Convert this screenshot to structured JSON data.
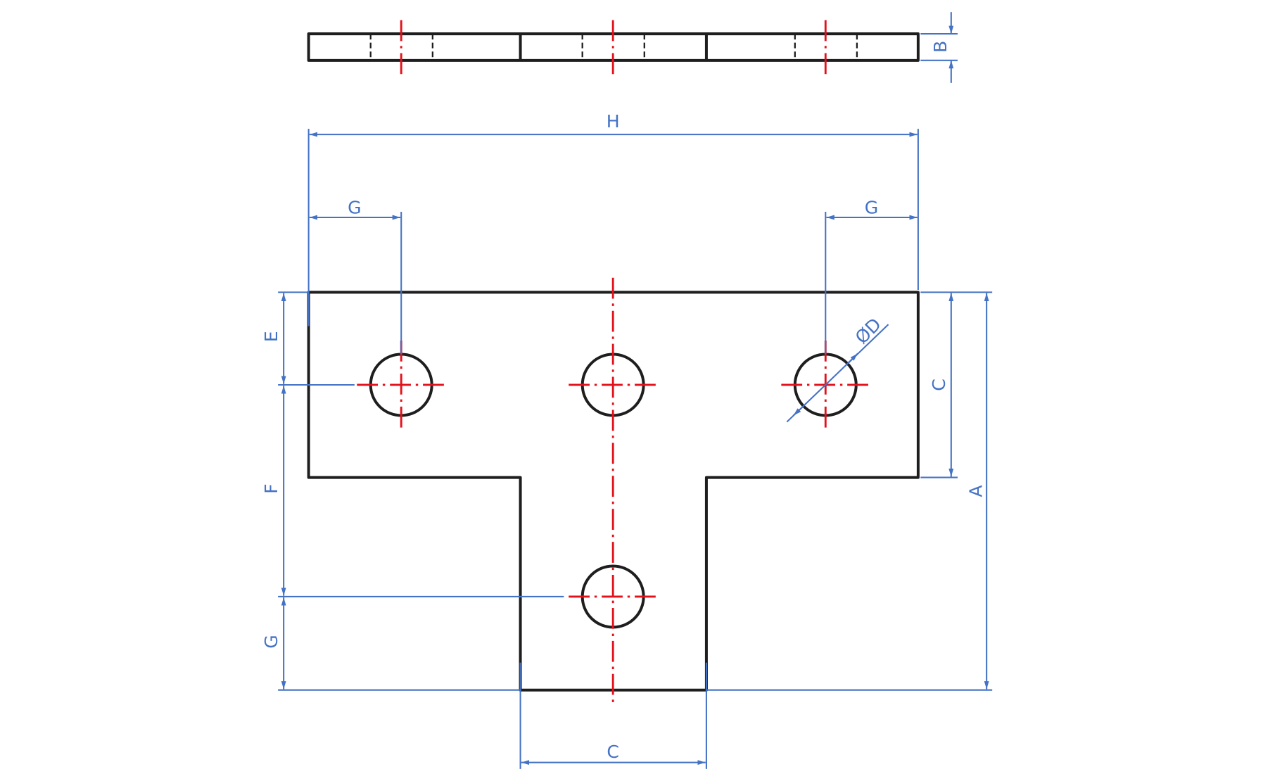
{
  "drawing": {
    "title": "T-plate with four holes",
    "labels": {
      "H": "H",
      "G_top_left": "G",
      "G_top_right": "G",
      "E": "E",
      "F": "F",
      "G_left": "G",
      "C_right": "C",
      "A": "A",
      "C_bottom": "C",
      "B": "B",
      "D": "ØD"
    },
    "colors": {
      "outline": "#1e1e1e",
      "centerline": "#e3101a",
      "dimension": "#4472c4"
    }
  }
}
